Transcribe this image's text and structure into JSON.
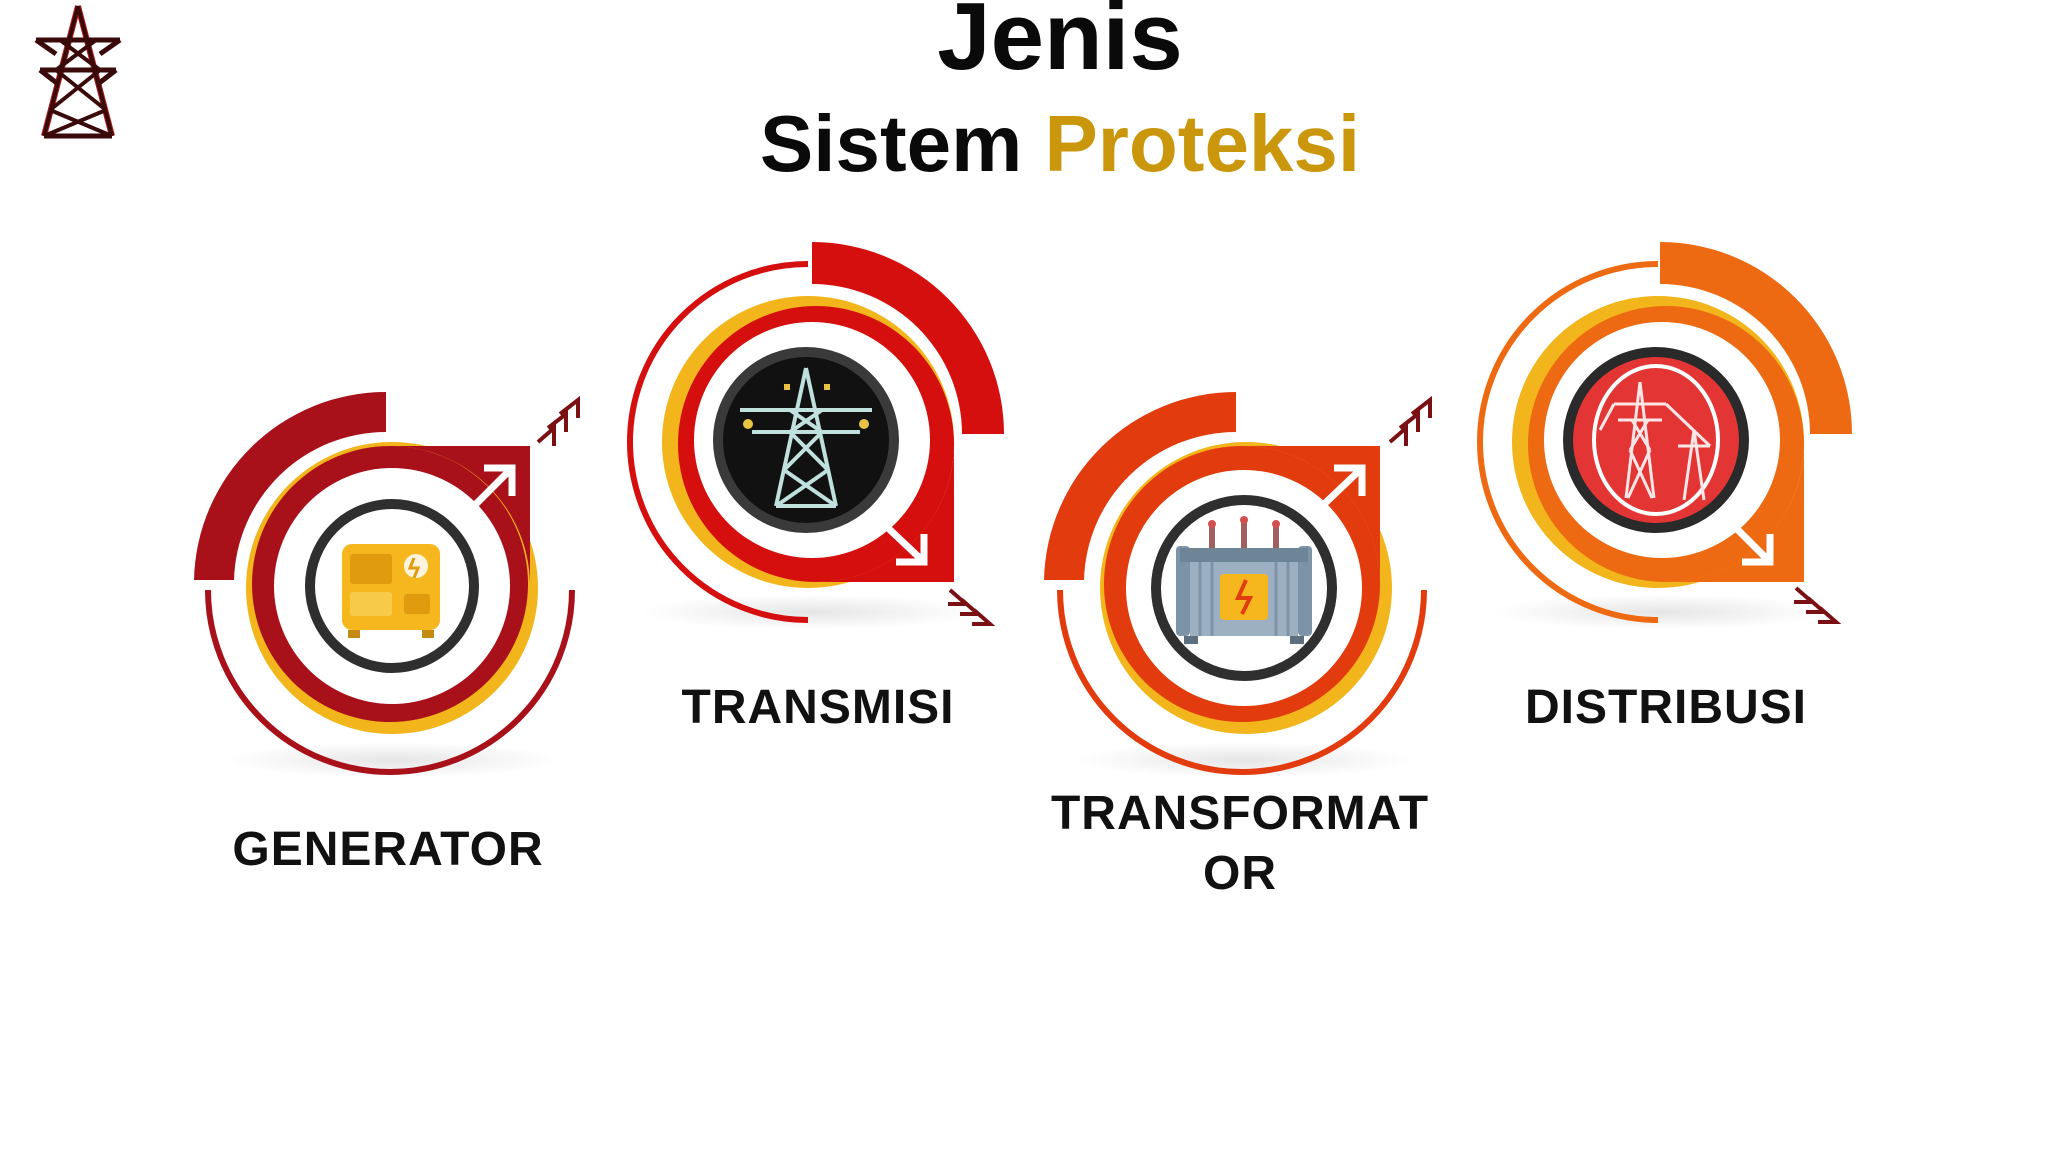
{
  "slide": {
    "title": "Jenis",
    "subtitle_part1": "Sistem",
    "subtitle_part2": "Proteksi"
  },
  "items": [
    {
      "label": "GENERATOR",
      "icon": "generator-icon",
      "color": "#a8101a"
    },
    {
      "label": "TRANSMISI",
      "icon": "transmission-tower-icon",
      "color": "#d50e0e"
    },
    {
      "label": "TRANSFORMAT\nOR",
      "icon": "transformer-icon",
      "color": "#e23b0e"
    },
    {
      "label": "DISTRIBUSI",
      "icon": "distribution-tower-icon",
      "color": "#ee6a12"
    }
  ],
  "colors": {
    "gold": "#c9960c",
    "ring_yellow": "#f2b51b",
    "dark_ring": "#2a2a2a"
  },
  "logo": "power-tower-logo"
}
